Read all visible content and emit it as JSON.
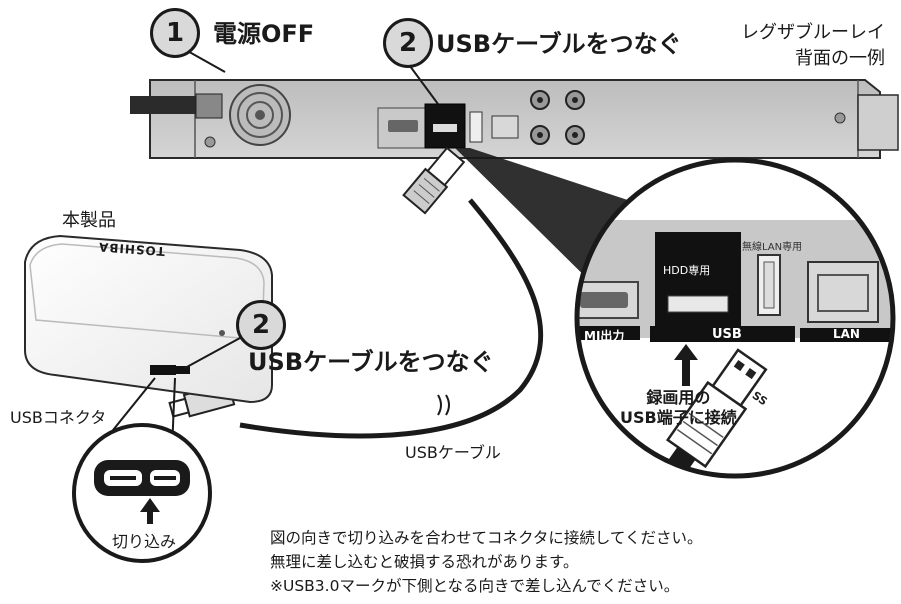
{
  "step1": {
    "number": "1",
    "label": "電源OFF"
  },
  "step2_top": {
    "number": "2",
    "label": "USBケーブルをつなぐ"
  },
  "step2_device": {
    "number": "2",
    "label": "USBケーブルをつなぐ"
  },
  "device_caption": {
    "line1": "レグザブルーレイ",
    "line2": "背面の一例"
  },
  "product_label": "本製品",
  "product_brand": "TOSHIBA",
  "usb_connector_label": "USBコネクタ",
  "notch_label": "切り込み",
  "cable_label": "USBケーブル",
  "port_labels": {
    "hdd_only": "HDD専用",
    "wireless_lan_only": "無線LAN専用",
    "usb": "USB",
    "lan": "LAN",
    "hdmi_partial": "MI出力"
  },
  "record_port_label": {
    "line1": "録画用の",
    "line2": "USB端子に接続"
  },
  "plug_marking": "SS",
  "notes": [
    "図の向きで切り込みを合わせてコネクタに接続してください。",
    "無理に差し込むと破損する恐れがあります。",
    "※USB3.0マークが下側となる向きで差し込んでください。"
  ]
}
